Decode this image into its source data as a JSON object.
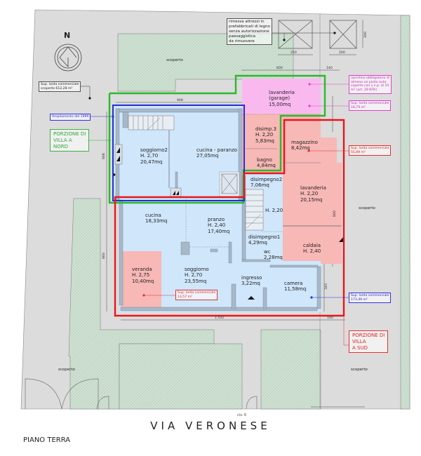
{
  "plan": {
    "title": "PIANO TERRA",
    "street": "VIA VERONESE",
    "civic_number": "civ. 6",
    "north_label": "N"
  },
  "colors": {
    "site_bg": "#dcdcdc",
    "garden": "#cfe1d2",
    "interior_blue": "#cfe6fb",
    "interior_red": "#f7b8b6",
    "interior_magenta": "#f9b9ef",
    "wall": "#a7b8c8",
    "outline_green": "#2db82d",
    "outline_blue": "#2230d8",
    "outline_red": "#e8161c"
  },
  "outdoor_labels": {
    "scoperto_top": "scoperto",
    "scoperto_right": "scoperto",
    "scoperto_bottom_left": "scoperto",
    "scoperto_bottom_right": "scoperto"
  },
  "notes": {
    "scoperto_area": "Sup. lorda commerciale\nscoperto 612,28 m²",
    "shed": "rimessa attrezzi in\nprefabbricati di legno\nsenza autorizzazione\npaesaggistica\nda rimuovere",
    "ampliamento": "Ampliamento del 1999",
    "north_portion": "PORZIONE DI\nVILLA A\nNORD",
    "south_portion": "PORZIONE DI\nVILLA\nA SUD",
    "parking_restore": "ripristino obbligatorio di\nalmeno un posto auto\ncoperto con s.n.p. di 15\nm² (art. 29 NTA)",
    "garage_area": "Sup. lorda commerciale\n18,79 m²",
    "east_area": "Sup. lorda commerciale\n55,89 m²",
    "veranda_area": "Sup. lorda commerciale\n13,57 m²",
    "main_area": "Sup. lorda commerciale\n173,49 m²"
  },
  "dimensions": {
    "shed1_width": "250",
    "shed2_width": "200",
    "shed2_height": "200",
    "garage_width": "600",
    "right_strip": "140",
    "north_width": "948",
    "north_depth": "668",
    "south_depth": "860",
    "south_width": "1.542",
    "bottom_right": "140",
    "east_depth": "800",
    "camera_depth": "340"
  },
  "rooms": [
    {
      "id": "soggiorno2",
      "name": "soggiorno2",
      "height": "H. 2,70",
      "area": "20,47mq"
    },
    {
      "id": "cucina-paranzo",
      "name": "cucina - paranzo",
      "height": "",
      "area": "27,05mq"
    },
    {
      "id": "lavanderia-garage",
      "name": "lavanderia\n(garage)",
      "height": "",
      "area": "15,00mq"
    },
    {
      "id": "disimp3",
      "name": "disimp.3",
      "height": "H. 2,20",
      "area": "5,83mq"
    },
    {
      "id": "bagno",
      "name": "bagno",
      "height": "",
      "area": "4,84mq"
    },
    {
      "id": "magazzino",
      "name": "magazzino",
      "height": "",
      "area": "8,42mq"
    },
    {
      "id": "disimpegno2",
      "name": "disimpegno2",
      "height": "",
      "area": "7,06mq"
    },
    {
      "id": "lavanderia",
      "name": "lavanderia",
      "height": "H. 2,20",
      "area": "20,15mq"
    },
    {
      "id": "cucina",
      "name": "cucina",
      "height": "",
      "area": "18,33mq"
    },
    {
      "id": "pranzo",
      "name": "pranzo",
      "height": "H. 2,40",
      "area": "17,40mq"
    },
    {
      "id": "stair-h",
      "name": "",
      "height": "H. 2,20",
      "area": ""
    },
    {
      "id": "disimpegno1",
      "name": "disimpegno1",
      "height": "",
      "area": "4,29mq"
    },
    {
      "id": "caldaia",
      "name": "caldaia",
      "height": "H. 2,40",
      "area": ""
    },
    {
      "id": "wc",
      "name": "wc",
      "height": "",
      "area": "2,28mq"
    },
    {
      "id": "veranda",
      "name": "veranda",
      "height": "H. 2,75",
      "area": "10,40mq"
    },
    {
      "id": "soggiorno",
      "name": "soggiorno",
      "height": "H. 2,70",
      "area": "23,55mq"
    },
    {
      "id": "ingresso",
      "name": "ingresso",
      "height": "",
      "area": "3,22mq"
    },
    {
      "id": "camera",
      "name": "camera",
      "height": "",
      "area": "11,58mq"
    }
  ]
}
